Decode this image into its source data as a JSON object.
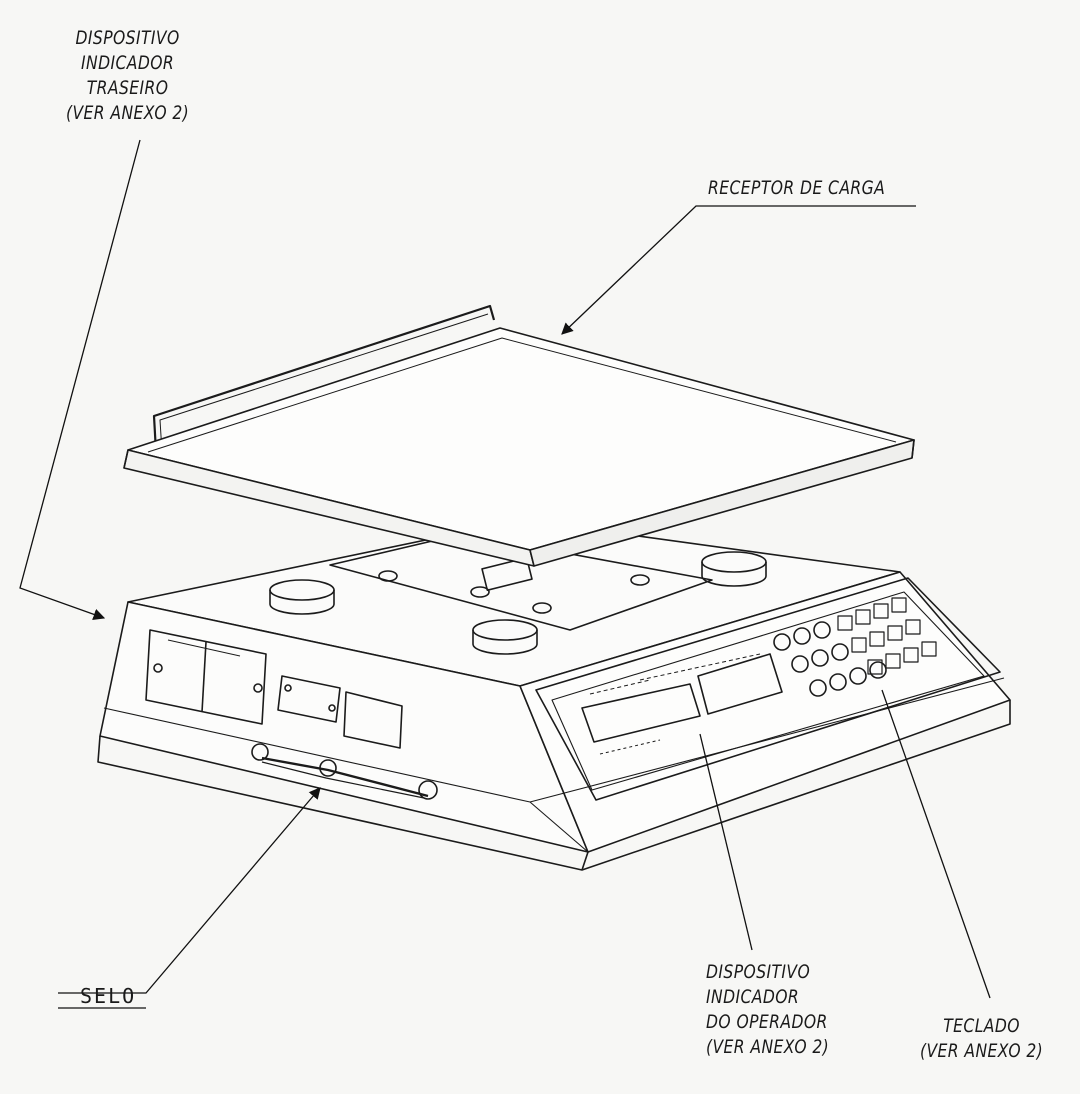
{
  "labels": {
    "rear_indicator": {
      "line1": "DISPOSITIVO",
      "line2": "INDICADOR",
      "line3": "TRASEIRO",
      "line4": "(VER ANEXO 2)"
    },
    "load_receptor": {
      "line1": "RECEPTOR DE CARGA"
    },
    "seal": {
      "line1": "SELO"
    },
    "operator_indicator": {
      "line1": "DISPOSITIVO",
      "line2": "INDICADOR",
      "line3": "DO OPERADOR",
      "line4": "(VER ANEXO 2)"
    },
    "keypad": {
      "line1": "TECLADO",
      "line2": "(VER ANEXO 2)"
    }
  }
}
